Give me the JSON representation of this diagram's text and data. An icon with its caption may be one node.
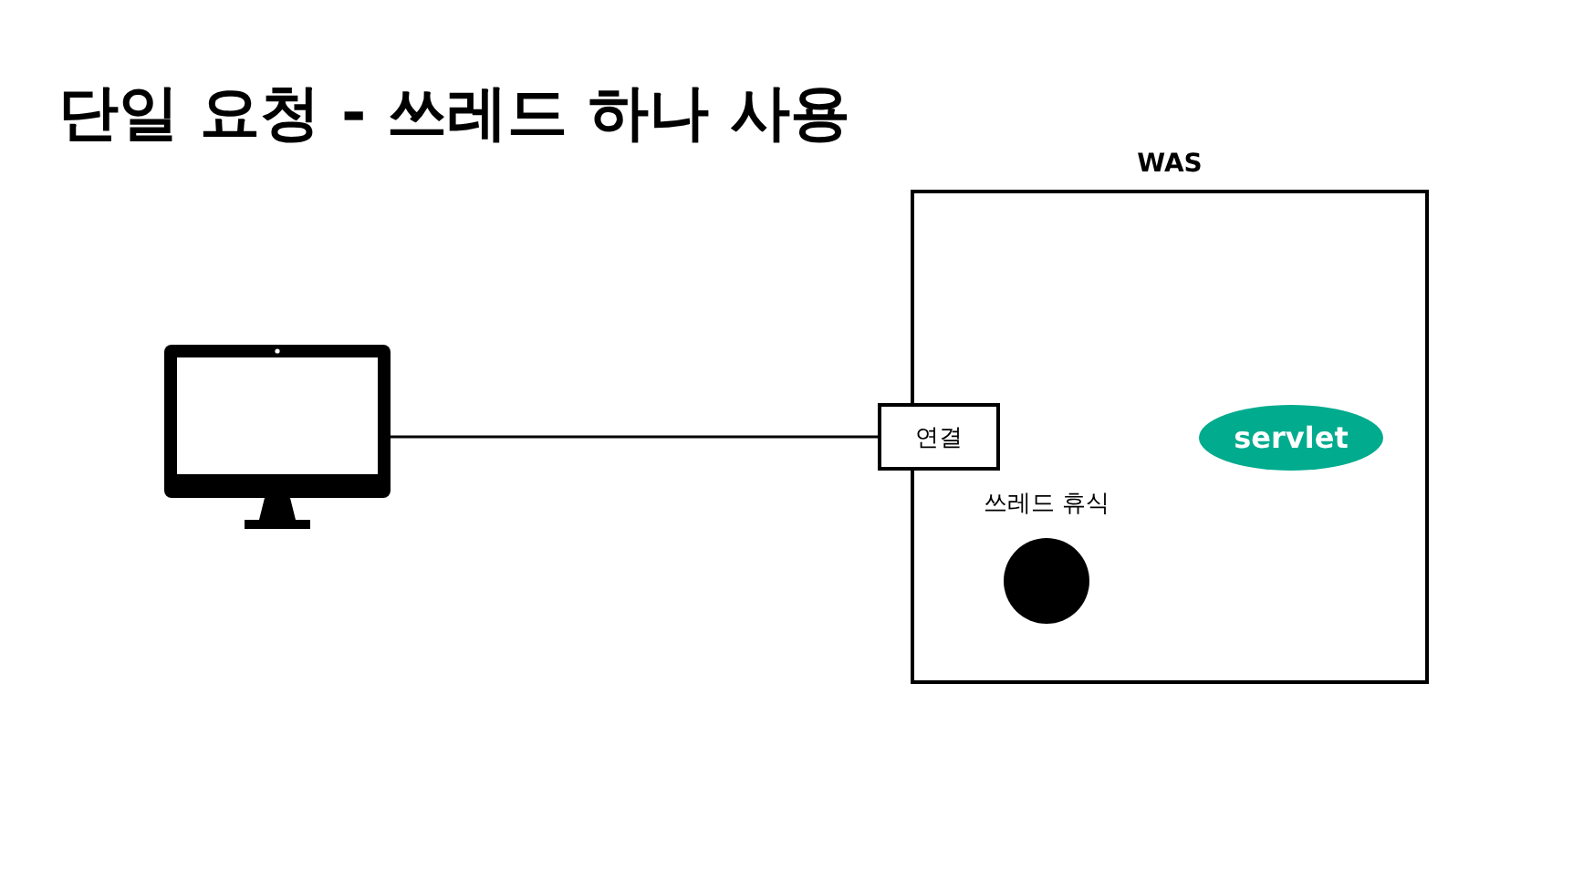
{
  "diagram": {
    "title": "단일 요청 - 쓰레드 하나 사용",
    "nodes": [
      {
        "text": [],
        "shape": "monitor"
      },
      {
        "text": [
          "WAS"
        ]
      },
      {
        "text": [
          "연결"
        ]
      },
      {
        "text": [
          "servlet"
        ],
        "in": 1
      },
      {
        "text": [],
        "shape": "circle",
        "beside": [
          "쓰레드 휴식"
        ],
        "in": 1
      }
    ],
    "edges": [
      {
        "from": 0,
        "to": 2,
        "arrow": "none"
      }
    ]
  }
}
